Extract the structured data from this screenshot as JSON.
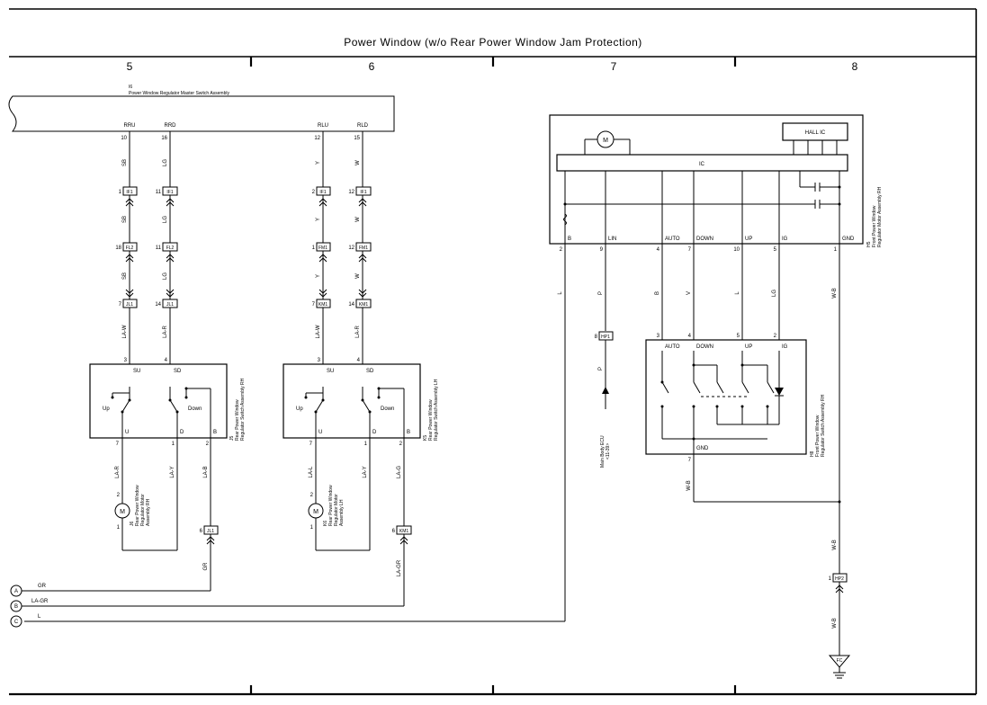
{
  "title": "Power Window (w/o Rear Power Window Jam Protection)",
  "columns": [
    "5",
    "6",
    "7",
    "8"
  ],
  "master_switch": {
    "code": "I6",
    "name": "Power Window Regulator Master Switch Assembly",
    "terminals": [
      {
        "name": "RRU",
        "pin": "10"
      },
      {
        "name": "RRD",
        "pin": "16"
      },
      {
        "name": "RLU",
        "pin": "12"
      },
      {
        "name": "RLD",
        "pin": "15"
      }
    ]
  },
  "rear_rh_wires": {
    "su": {
      "c1": "SB",
      "p1": "1",
      "j1": "IF1",
      "c2": "SB",
      "p2": "18",
      "j2": "FL2",
      "c3": "SB",
      "p3": "7",
      "j3": "JL1",
      "c4": "LA-W",
      "p4": "3"
    },
    "sd": {
      "c1": "LG",
      "p1": "11",
      "j1": "IF1",
      "c2": "LG",
      "p2": "11",
      "j2": "FL2",
      "c3": "LG",
      "p3": "14",
      "j3": "JL1",
      "c4": "LA-R",
      "p4": "4"
    }
  },
  "rear_lh_wires": {
    "su": {
      "c1": "Y",
      "p1": "2",
      "j1": "IF1",
      "c2": "Y",
      "p2": "1",
      "j2": "FM1",
      "c3": "Y",
      "p3": "7",
      "j3": "KM1",
      "c4": "LA-W",
      "p4": "3"
    },
    "sd": {
      "c1": "W",
      "p1": "12",
      "j1": "IF1",
      "c2": "W",
      "p2": "12",
      "j2": "FM1",
      "c3": "W",
      "p3": "14",
      "j3": "KM1",
      "c4": "LA-R",
      "p4": "4"
    }
  },
  "rear_switch_rh": {
    "code": "J5",
    "name_1": "Rear Power Window",
    "name_2": "Regulator Switch Assembly RH",
    "t_su": "SU",
    "t_sd": "SD",
    "t_u": "U",
    "t_d": "D",
    "t_b": "B",
    "up": "Up",
    "down": "Down",
    "pin_u": "7",
    "pin_d": "1",
    "pin_b": "2"
  },
  "rear_switch_lh": {
    "code": "K5",
    "name_1": "Rear Power Window",
    "name_2": "Regulator Switch Assembly LH",
    "t_su": "SU",
    "t_sd": "SD",
    "t_u": "U",
    "t_d": "D",
    "t_b": "B",
    "up": "Up",
    "down": "Down",
    "pin_u": "7",
    "pin_d": "1",
    "pin_b": "2"
  },
  "rear_motor_rh": {
    "code": "J6",
    "name_1": "Rear Power Window",
    "name_2": "Regulator Motor",
    "name_3": "Assembly RH",
    "pin_top": "2",
    "pin_bottom": "1",
    "wire_u": "LA-R",
    "wire_d": "LA-Y",
    "wire_b": "LA-B",
    "junction_pin": "6",
    "junction": "JL1",
    "out_wire": "GR"
  },
  "rear_motor_lh": {
    "code": "K6",
    "name_1": "Rear Power Window",
    "name_2": "Regulator Motor",
    "name_3": "Assembly LH",
    "pin_top": "2",
    "pin_bottom": "1",
    "wire_u": "LA-L",
    "wire_d": "LA-Y",
    "wire_b": "LA-G",
    "junction_pin": "6",
    "junction": "KM1",
    "out_wire": "LA-GR"
  },
  "bus": [
    {
      "letter": "A",
      "wire": "GR"
    },
    {
      "letter": "B",
      "wire": "LA-GR"
    },
    {
      "letter": "C",
      "wire": "L"
    }
  ],
  "front_motor": {
    "code": "H5",
    "name_1": "Front Power Window",
    "name_2": "Regulator Motor Assembly RH",
    "motor": "M",
    "hall": "HALL IC",
    "ic": "IC",
    "terminals": [
      {
        "name": "B",
        "pin": "2",
        "wire": "L"
      },
      {
        "name": "LIN",
        "pin": "9",
        "wire": "P"
      },
      {
        "name": "AUTO",
        "pin": "4",
        "wire": "B"
      },
      {
        "name": "DOWN",
        "pin": "7",
        "wire": "V"
      },
      {
        "name": "UP",
        "pin": "10",
        "wire": "L"
      },
      {
        "name": "IG",
        "pin": "5",
        "wire": "LG"
      },
      {
        "name": "GND",
        "pin": "1",
        "wire": "W-B"
      }
    ]
  },
  "lin_junction": {
    "pin": "8",
    "name": "HP1",
    "wire": "P",
    "ecu": "Main Body ECU",
    "page_ref": "<11-39>"
  },
  "front_switch": {
    "code": "H8",
    "name_1": "Front Power Window",
    "name_2": "Regulator Switch Assembly RH",
    "terminals": [
      {
        "name": "AUTO",
        "pin": "3"
      },
      {
        "name": "DOWN",
        "pin": "4"
      },
      {
        "name": "UP",
        "pin": "5"
      },
      {
        "name": "IG",
        "pin": "2"
      }
    ],
    "gnd": "GND",
    "gnd_pin": "7",
    "gnd_wire": "W-B"
  },
  "ground": {
    "wire_1": "W-B",
    "pin": "1",
    "junction": "HP2",
    "wire_2": "W-B",
    "point": "FC"
  }
}
